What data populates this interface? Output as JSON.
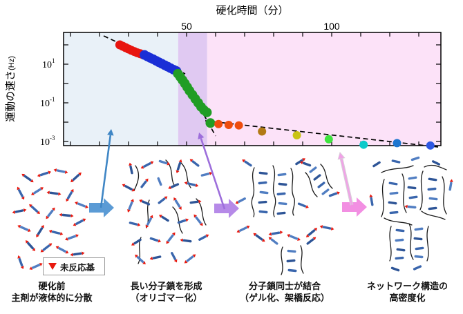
{
  "chart": {
    "xlabel": "硬化時間（分）",
    "x_tick_labels": [
      "50",
      "100"
    ],
    "ylabel_main": "運動の速さ",
    "ylabel_unit": "(Hz)",
    "y_tick_labels": [
      {
        "base": "10",
        "exp": "1"
      },
      {
        "base": "10",
        "exp": "-1"
      },
      {
        "base": "10",
        "exp": "-3"
      }
    ]
  },
  "chart_data": {
    "type": "scatter",
    "title": "",
    "xlabel": "硬化時間（分）",
    "ylabel": "運動の速さ(Hz)",
    "x_axis": {
      "position": "top",
      "range_min": [
        7.6,
        137.6
      ],
      "labeled_ticks": [
        50,
        100
      ],
      "minor_ticks": [
        10,
        20,
        30,
        40,
        50,
        60,
        70,
        80,
        90,
        100,
        110,
        120,
        130
      ]
    },
    "y_axis": {
      "scale": "log",
      "labeled_ticks": [
        10,
        0.1,
        0.001
      ],
      "decade_ticks": [
        100,
        10,
        1,
        0.1,
        0.01,
        0.001
      ],
      "range": [
        0.0006,
        400
      ]
    },
    "regions": [
      {
        "name": "liquid-stage",
        "from_min": 7.6,
        "to_min": 47.1,
        "color": "#e9f1f8"
      },
      {
        "name": "gelation-stage",
        "from_min": 47.1,
        "to_min": 57.1,
        "color": "#e0c9f2"
      },
      {
        "name": "network-stage",
        "from_min": 57.1,
        "to_min": 137.6,
        "color": "#fce2f8"
      }
    ],
    "series": [
      {
        "name": "pre-cure-red",
        "color": "#e8150f",
        "points": [
          [
            27,
            100
          ],
          [
            28,
            85
          ],
          [
            29,
            72
          ],
          [
            30,
            61
          ],
          [
            31,
            52
          ],
          [
            32,
            45
          ],
          [
            33,
            39
          ],
          [
            34,
            35
          ],
          [
            35,
            31
          ]
        ]
      },
      {
        "name": "oligomer-blue",
        "color": "#1a2ed6",
        "points": [
          [
            35.5,
            30
          ],
          [
            36.5,
            25
          ],
          [
            37.5,
            21
          ],
          [
            38.5,
            18
          ],
          [
            39.5,
            15
          ],
          [
            40.5,
            12.5
          ],
          [
            41.5,
            10.5
          ],
          [
            42.5,
            8.8
          ],
          [
            43.5,
            7.4
          ],
          [
            44.5,
            6.2
          ],
          [
            45.5,
            5.2
          ],
          [
            46.5,
            4.4
          ]
        ]
      },
      {
        "name": "gelation-green",
        "color": "#209d24",
        "points": [
          [
            47,
            3.2
          ],
          [
            47.8,
            2.2
          ],
          [
            48.6,
            1.5
          ],
          [
            49.4,
            1.0
          ],
          [
            50.2,
            0.65
          ],
          [
            51,
            0.42
          ],
          [
            52,
            0.26
          ],
          [
            53,
            0.16
          ],
          [
            54,
            0.1
          ],
          [
            55,
            0.062
          ],
          [
            56,
            0.042
          ],
          [
            57,
            0.032
          ],
          [
            58.2,
            0.009
          ]
        ]
      },
      {
        "name": "densification-tail",
        "points": [
          [
            61,
            0.008,
            "#ee4d0e"
          ],
          [
            64.5,
            0.0072,
            "#ee4d0e"
          ],
          [
            68,
            0.0068,
            "#ee4d0e"
          ],
          [
            76,
            0.0033,
            "#b27a15"
          ],
          [
            88,
            0.0021,
            "#c9c315"
          ],
          [
            99,
            0.0013,
            "#3fe43f"
          ],
          [
            111,
            0.00068,
            "#0ccaca"
          ],
          [
            122.5,
            0.00082,
            "#1d76cf"
          ],
          [
            134,
            0.00062,
            "#2e58e2"
          ]
        ]
      }
    ],
    "trend_lines": "three dashed black guide lines",
    "grid": false,
    "legend_position": "none"
  },
  "stages": [
    {
      "line1": "硬化前",
      "line2": "主剤が液体的に分散"
    },
    {
      "line1": "長い分子鎖を形成",
      "line2": "（オリゴマー化）"
    },
    {
      "line1": "分子鎖同士が結合",
      "line2": "（ゲル化、架橋反応）"
    },
    {
      "line1": "ネットワーク構造の",
      "line2": "高密度化"
    }
  ],
  "legend": {
    "marker": "▼",
    "marker_color": "#e8190f",
    "label": "未反応基"
  },
  "colors": {
    "region_liquid": "#e9f1f8",
    "region_gel": "#e0c9f2",
    "region_network": "#fce2f8",
    "block_arrow_blue": "#5b9bd5",
    "block_arrow_purple": "#b68ae8",
    "block_arrow_pink": "#f28fe2",
    "thin_arrow_blue": "#3f86c5",
    "thin_arrow_purple": "#9d6edb",
    "thin_arrow_pink": "#f2a0e8",
    "molecule_rod": "#2e5597",
    "reactive_group_red": "#e8190f"
  }
}
